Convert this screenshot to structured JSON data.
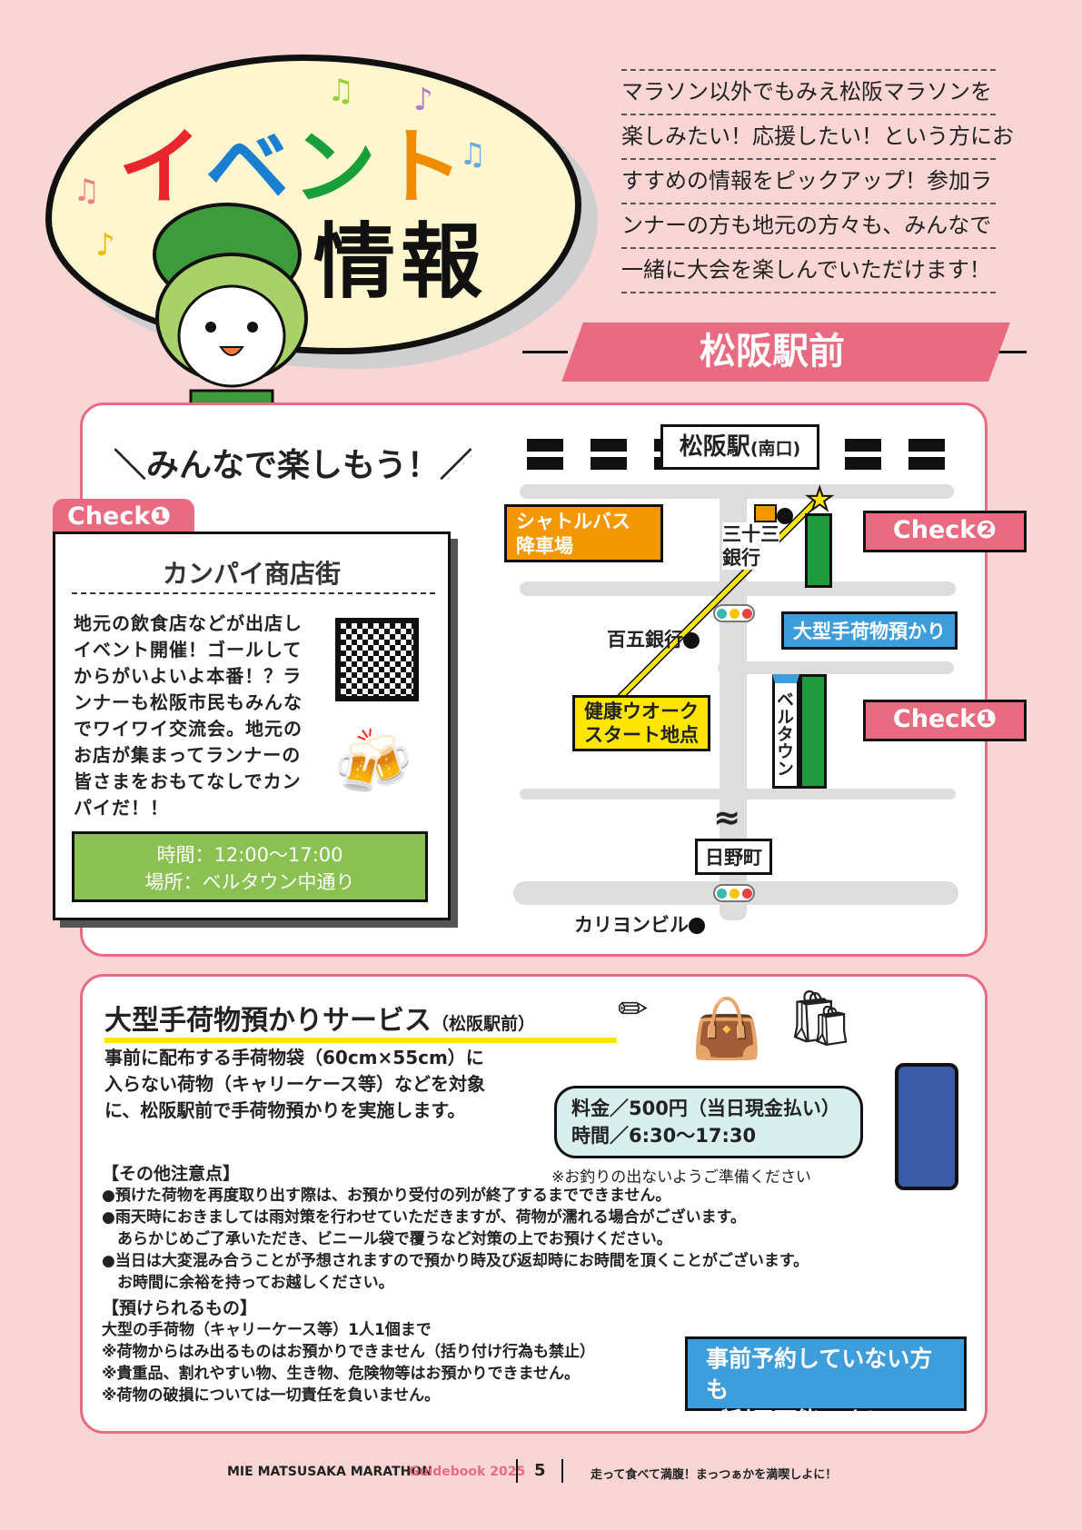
{
  "header": {
    "title_part1": [
      "イ",
      "ベ",
      "ン",
      "ト"
    ],
    "title_part2": "情報",
    "intro_lines": [
      "マラソン以外でもみえ松阪マラソンを",
      "楽しみたい！応援したい！という方にお",
      "すすめの情報をピックアップ！参加ラ",
      "ンナーの方も地元の方々も、みんなで",
      "一緒に大会を楽しんでいただけます！"
    ]
  },
  "section_banner": "松阪駅前",
  "event_box": {
    "heading": "＼みんなで楽しもう！／",
    "check_label": "Check❶",
    "title": "カンパイ商店街",
    "body": "地元の飲食店などが出店しイベント開催！ゴールしてからがいよいよ本番！？ランナーも松阪市民もみんなでワイワイ交流会。地元のお店が集まってランナーの皆さまをおもてなしでカンパイだ！！",
    "time": "時間：12:00〜17:00",
    "place": "場所：ベルタウン中通り"
  },
  "map": {
    "station": "松阪駅",
    "station_exit": "(南口)",
    "shuttle": "シャトルバス\n降車場",
    "bank1": "三十三\n銀行",
    "bank2": "百五銀行",
    "baggage": "大型手荷物預かり",
    "walk_start": "健康ウオーク\nスタート地点",
    "bell_town": "ベルタウン",
    "hino": "日野町",
    "kariyon": "カリヨンビル",
    "check2": "Check❷",
    "check1": "Check❶"
  },
  "baggage": {
    "title": "大型手荷物預かりサービス",
    "title_sub": "（松阪駅前）",
    "desc": [
      "事前に配布する手荷物袋（60cm×55cm）に",
      "入らない荷物（キャリーケース等）などを対象",
      "に、松阪駅前で手荷物預かりを実施します。"
    ],
    "fee": "料金／500円（当日現金払い）",
    "hours": "時間／6:30〜17:30",
    "fee_note": "※お釣りの出ないようご準備ください",
    "notes_heading": "【その他注意点】",
    "notes": [
      "●預けた荷物を再度取り出す際は、お預かり受付の列が終了するまでできません。",
      "●雨天時におきましては雨対策を行わせていただきますが、荷物が濡れる場合がございます。",
      "　あらかじめご了承いただき、ビニール袋で覆うなど対策の上でお預けください。",
      "●当日は大変混み合うことが予想されますので預かり時及び返却時にお時間を頂くことがございます。",
      "　お時間に余裕を持ってお越しください。"
    ],
    "accepted_heading": "【預けられるもの】",
    "accepted": [
      "大型の手荷物（キャリーケース等）1人1個まで",
      "※荷物からはみ出るものはお預かりできません（括り付け行為も禁止）",
      "※貴重品、割れやすい物、生き物、危険物等はお預かりできません。",
      "※荷物の破損については一切責任を負いません。"
    ],
    "no_reservation": [
      "事前予約していない方も",
      "ご利用可能です！"
    ]
  },
  "footer": {
    "brand": "MIE MATSUSAKA MARATHON",
    "guidebook": "Guidebook 2025",
    "page": "5",
    "tagline": "走って食べて満腹！まっつぁかを満喫しよに！"
  },
  "colors": {
    "pink": "#e96b82",
    "bg": "#f9d5d5",
    "green": "#8bc152",
    "blue": "#3e9ddb",
    "yellow": "#ffe600"
  }
}
